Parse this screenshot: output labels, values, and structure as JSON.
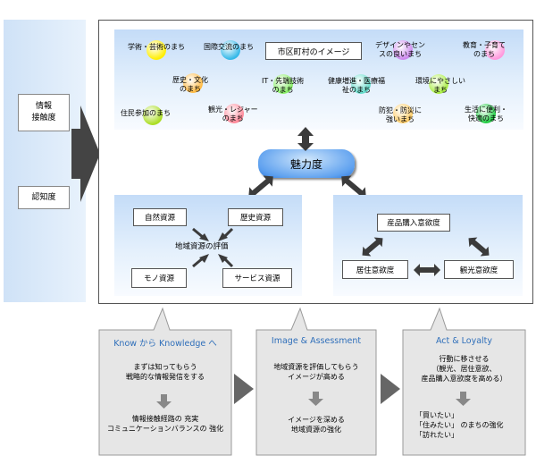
{
  "left": {
    "box1": "情報\n接触度",
    "box2": "認知度"
  },
  "top_panel": {
    "center_title": "市区町村のイメージ",
    "labels": [
      {
        "text": "学術・芸術のまち",
        "color": "#ffee00"
      },
      {
        "text": "国際交流のまち",
        "color": "#33b8e8"
      },
      {
        "text": "デザインやセン\nスの良いまち",
        "color": "#cc88ee"
      },
      {
        "text": "教育・子育て\nのまち",
        "color": "#ff99dd"
      },
      {
        "text": "歴史・文化\nのまち",
        "color": "#ffbb44"
      },
      {
        "text": "IT・先端技術\nのまち",
        "color": "#88ee66"
      },
      {
        "text": "健康増進・医療福\n祉のまち",
        "color": "#66ddcc"
      },
      {
        "text": "環境にやさしい\nまち",
        "color": "#aaee44"
      },
      {
        "text": "住民参加のまち",
        "color": "#aadd22"
      },
      {
        "text": "観光・レジャー\nのまち",
        "color": "#ff8899"
      },
      {
        "text": "防犯・防災に\n強いまち",
        "color": "#ffcc66"
      },
      {
        "text": "生活に便利・\n快適のまち",
        "color": "#22cc44"
      }
    ]
  },
  "center": {
    "label": "魅力度"
  },
  "left_resource": {
    "center": "地域資源の評価",
    "items": [
      "自然資源",
      "歴史資源",
      "モノ資源",
      "サービス資源"
    ]
  },
  "right_intent": {
    "items": [
      "産品購入意欲度",
      "居住意欲度",
      "観光意欲度"
    ]
  },
  "callouts": [
    {
      "title": "Know から Knowledge へ",
      "text1": "まずは知ってもらう\n戦略的な情報発信をする",
      "text2": "情報接触経路の 充実\nコミュニケーションバランスの 強化"
    },
    {
      "title": "Image & Assessment",
      "text1": "地域資源を評価してもらう\nイメージが高める",
      "text2": "イメージを深める\n地域資源の強化"
    },
    {
      "title": "Act & Loyalty",
      "text1": "行動に移させる\n（観光、居住意欲、\n産品購入意欲度を高める）",
      "text2": "「買いたい」\n「住みたい」 のまちの強化\n「訪れたい」"
    }
  ]
}
